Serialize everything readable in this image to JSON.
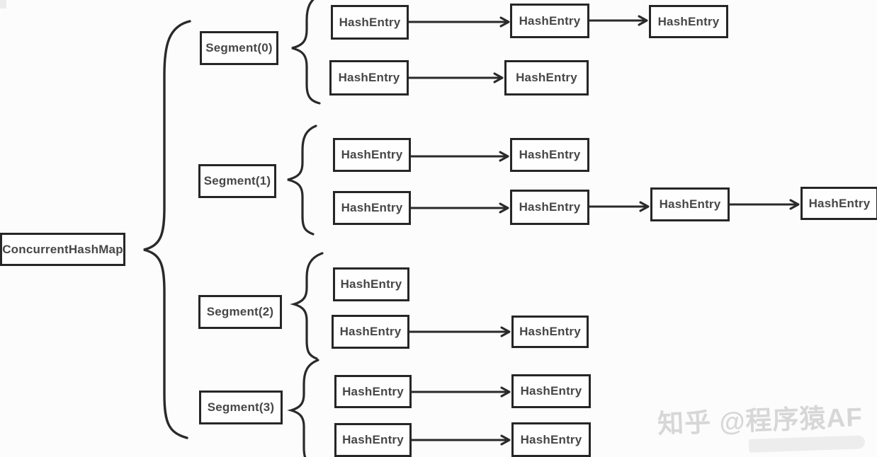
{
  "diagram": {
    "root": {
      "label": "ConcurrentHashMap"
    },
    "segments": [
      {
        "label": "Segment(0)",
        "buckets": [
          {
            "entries": [
              {
                "label": "HashEntry"
              },
              {
                "label": "HashEntry"
              },
              {
                "label": "HashEntry"
              }
            ]
          },
          {
            "entries": [
              {
                "label": "HashEntry"
              },
              {
                "label": "HashEntry"
              }
            ]
          }
        ]
      },
      {
        "label": "Segment(1)",
        "buckets": [
          {
            "entries": [
              {
                "label": "HashEntry"
              },
              {
                "label": "HashEntry"
              }
            ]
          },
          {
            "entries": [
              {
                "label": "HashEntry"
              },
              {
                "label": "HashEntry"
              },
              {
                "label": "HashEntry"
              },
              {
                "label": "HashEntry"
              }
            ]
          }
        ]
      },
      {
        "label": "Segment(2)",
        "buckets": [
          {
            "entries": [
              {
                "label": "HashEntry"
              }
            ]
          },
          {
            "entries": [
              {
                "label": "HashEntry"
              },
              {
                "label": "HashEntry"
              }
            ]
          }
        ]
      },
      {
        "label": "Segment(3)",
        "buckets": [
          {
            "entries": [
              {
                "label": "HashEntry"
              },
              {
                "label": "HashEntry"
              }
            ]
          },
          {
            "entries": [
              {
                "label": "HashEntry"
              },
              {
                "label": "HashEntry"
              }
            ]
          }
        ]
      }
    ]
  },
  "watermark": {
    "text": "知乎 @程序猿AF"
  },
  "colors": {
    "background": "#fcfcfc",
    "stroke": "#2a2a2a",
    "box_border": "#262626",
    "box_fill": "#fefefe",
    "label_text": "#474747",
    "watermark_text": "#d7d7d7"
  }
}
